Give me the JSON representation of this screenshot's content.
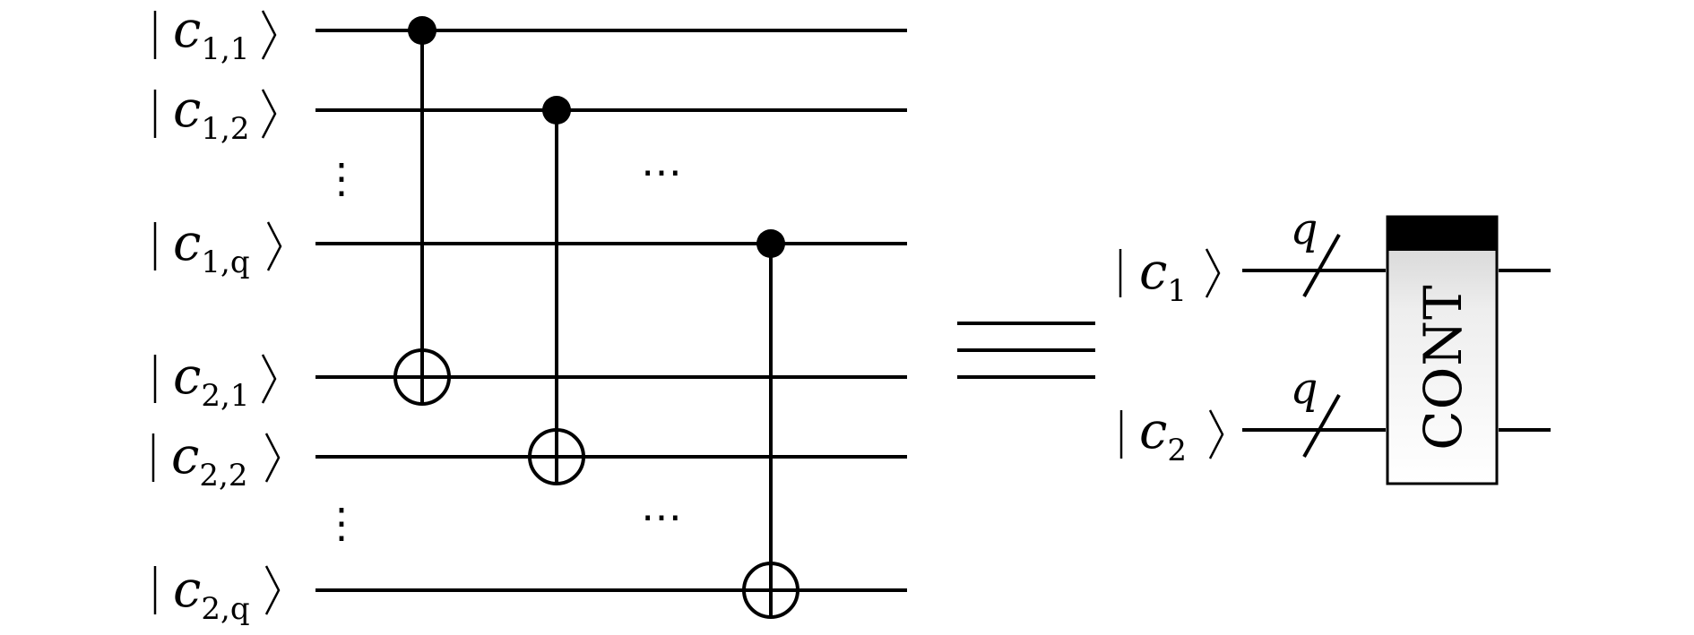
{
  "left_circuit": {
    "ket_labels": [
      {
        "var": "c",
        "sub": "1,1"
      },
      {
        "var": "c",
        "sub": "1,2"
      },
      {
        "var": "c",
        "sub": "1,q"
      },
      {
        "var": "c",
        "sub": "2,1"
      },
      {
        "var": "c",
        "sub": "2,2"
      },
      {
        "var": "c",
        "sub": "2,q"
      }
    ],
    "vertical_ellipsis": "⋮",
    "horizontal_ellipsis": "⋯",
    "controls": [
      "filled-dot",
      "filled-dot",
      "filled-dot"
    ],
    "targets": [
      "cnot-target",
      "cnot-target",
      "cnot-target"
    ]
  },
  "equivalence_symbol": "≡",
  "right_circuit": {
    "ket_labels": [
      {
        "var": "c",
        "sub": "1"
      },
      {
        "var": "c",
        "sub": "2"
      }
    ],
    "wire_labels": [
      "q",
      "q"
    ],
    "gate_label": "CONT"
  }
}
